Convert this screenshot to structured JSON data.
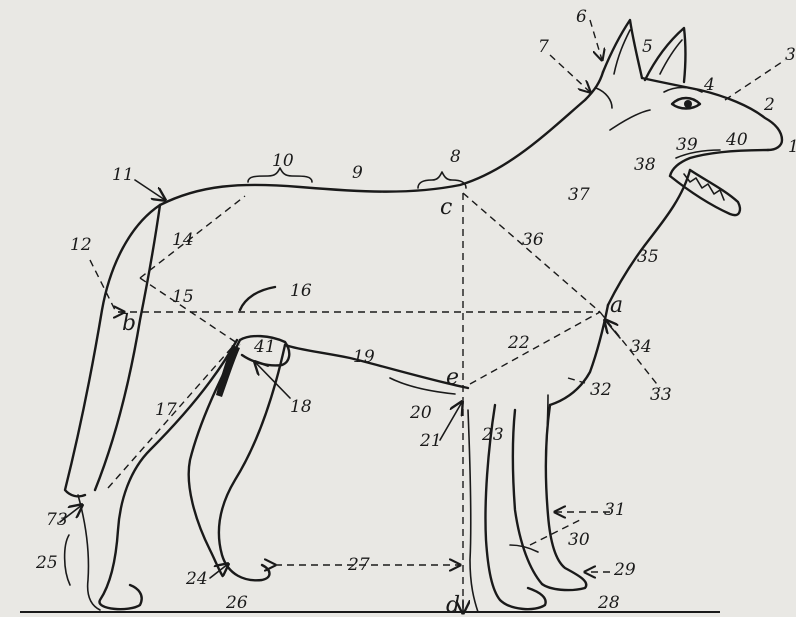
{
  "labels": {
    "n1": "1",
    "n2": "2",
    "n3": "3",
    "n4": "4",
    "n5": "5",
    "n6": "6",
    "n7": "7",
    "n8": "8",
    "n9": "9",
    "n10": "10",
    "n11": "11",
    "n12": "12",
    "n14": "14",
    "n15": "15",
    "n16": "16",
    "n17": "17",
    "n18": "18",
    "n19": "19",
    "n20": "20",
    "n21": "21",
    "n22": "22",
    "n23": "23",
    "n24": "24",
    "n25": "25",
    "n26": "26",
    "n27": "27",
    "n28": "28",
    "n29": "29",
    "n30": "30",
    "n31": "31",
    "n32": "32",
    "n33": "33",
    "n34": "34",
    "n35": "35",
    "n36": "36",
    "n37": "37",
    "n38": "38",
    "n39": "39",
    "n40": "40",
    "n41": "41",
    "n73": "73",
    "a": "a",
    "b": "b",
    "c": "c",
    "d": "d",
    "e": "e"
  },
  "colors": {
    "paper": "#e9e8e4",
    "ink": "#1a1a1a"
  }
}
